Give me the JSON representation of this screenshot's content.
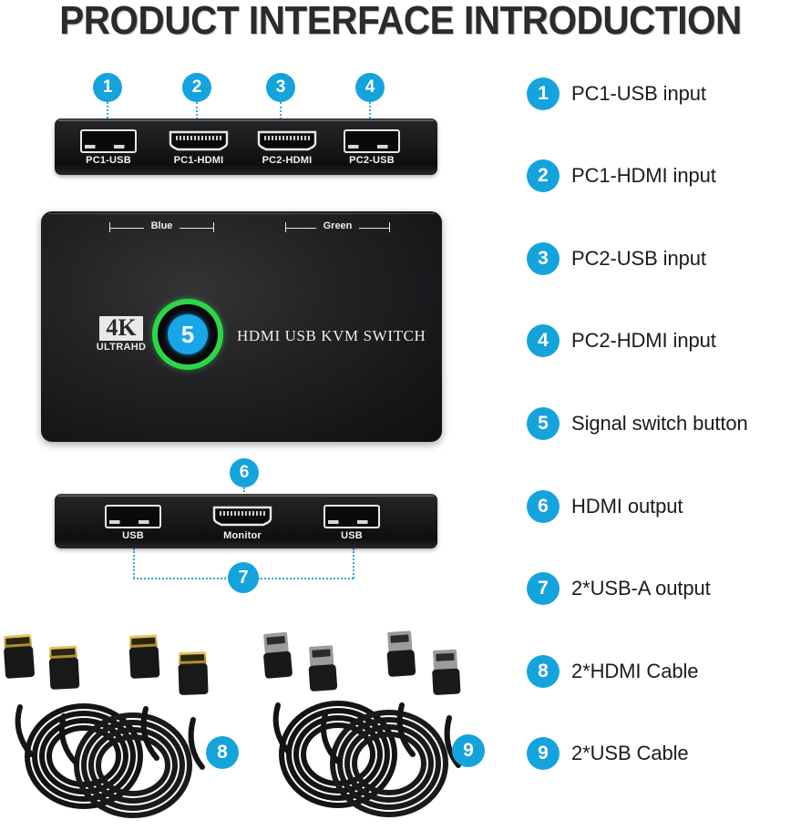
{
  "title": "PRODUCT INTERFACE INTRODUCTION",
  "colors": {
    "callout_blue": "#16a3dc",
    "button_green": "#2fd44a",
    "button_blue": "#19a6e8",
    "device_black": "#1a1a1c",
    "text_dark": "#1c1c1c"
  },
  "device": {
    "brand_text": "HDMI USB KVM SWITCH",
    "badge": {
      "resolution": "4K",
      "subtitle": "ULTRAHD"
    },
    "switch_button_number": "5",
    "brackets": [
      {
        "label": "Blue"
      },
      {
        "label": "Green"
      }
    ],
    "top_panel": {
      "ports": [
        {
          "label": "PC1-USB",
          "type": "usb",
          "callout": "1"
        },
        {
          "label": "PC1-HDMI",
          "type": "hdmi",
          "callout": "2"
        },
        {
          "label": "PC2-HDMI",
          "type": "hdmi",
          "callout": "3"
        },
        {
          "label": "PC2-USB",
          "type": "usb",
          "callout": "4"
        }
      ]
    },
    "bottom_panel": {
      "ports": [
        {
          "label": "USB",
          "type": "usb",
          "callout": "7"
        },
        {
          "label": "Monitor",
          "type": "hdmi",
          "callout": "6"
        },
        {
          "label": "USB",
          "type": "usb",
          "callout": "7"
        }
      ]
    }
  },
  "accessories": [
    {
      "callout": "8",
      "name": "hdmi-cable-pair",
      "quantity": 2
    },
    {
      "callout": "9",
      "name": "usb-cable-pair",
      "quantity": 2
    }
  ],
  "legend": {
    "items": [
      {
        "num": "1",
        "label": "PC1-USB input"
      },
      {
        "num": "2",
        "label": "PC1-HDMI input"
      },
      {
        "num": "3",
        "label": "PC2-USB input"
      },
      {
        "num": "4",
        "label": "PC2-HDMI input"
      },
      {
        "num": "5",
        "label": "Signal switch button"
      },
      {
        "num": "6",
        "label": "HDMI output"
      },
      {
        "num": "7",
        "label": "2*USB-A output"
      },
      {
        "num": "8",
        "label": "2*HDMI Cable"
      },
      {
        "num": "9",
        "label": "2*USB Cable"
      }
    ]
  }
}
